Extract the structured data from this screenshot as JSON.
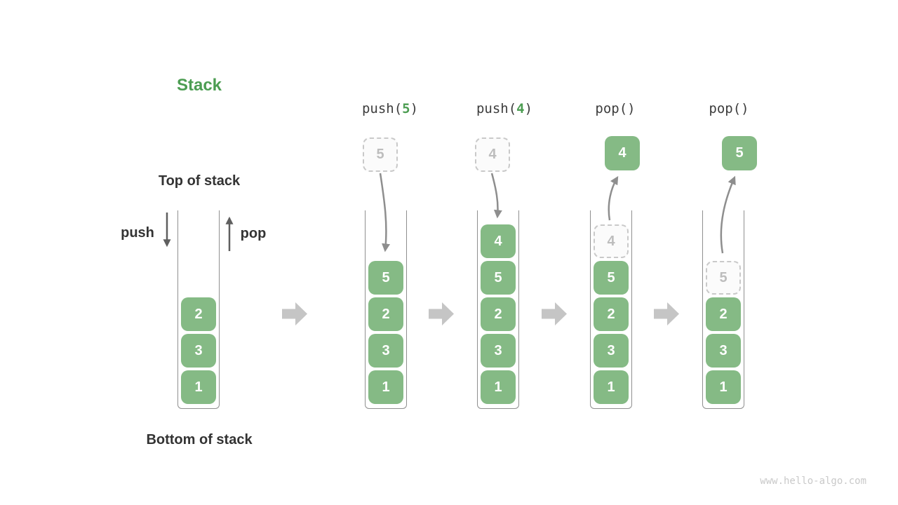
{
  "title": "Stack",
  "labels": {
    "top_of_stack": "Top of stack",
    "bottom_of_stack": "Bottom of stack",
    "push_arrow": "push",
    "pop_arrow": "pop"
  },
  "watermark": "www.hello-algo.com",
  "colors": {
    "accent_green": "#4c9d52",
    "box_green": "#85ba85",
    "ghost_border_gray": "#c9c9c9",
    "curved_arrow_gray": "#8e8e8e",
    "block_arrow_gray": "#c5c5c5",
    "text_dark": "#333333"
  },
  "operations": [
    {
      "label_pre": "push(",
      "label_arg": "5",
      "label_post": ")",
      "floating_value": "5",
      "floating_style": "ghost"
    },
    {
      "label_pre": "push(",
      "label_arg": "4",
      "label_post": ")",
      "floating_value": "4",
      "floating_style": "ghost"
    },
    {
      "label_pre": "pop()",
      "label_arg": "",
      "label_post": "",
      "floating_value": "4",
      "floating_style": "solid"
    },
    {
      "label_pre": "pop()",
      "label_arg": "",
      "label_post": "",
      "floating_value": "5",
      "floating_style": "solid"
    }
  ],
  "stacks": [
    {
      "name": "initial",
      "items": [
        {
          "value": "2"
        },
        {
          "value": "3"
        },
        {
          "value": "1"
        }
      ]
    },
    {
      "name": "after-push-5",
      "items": [
        {
          "value": "5"
        },
        {
          "value": "2"
        },
        {
          "value": "3"
        },
        {
          "value": "1"
        }
      ]
    },
    {
      "name": "after-push-4",
      "items": [
        {
          "value": "4"
        },
        {
          "value": "5"
        },
        {
          "value": "2"
        },
        {
          "value": "3"
        },
        {
          "value": "1"
        }
      ]
    },
    {
      "name": "after-pop-4",
      "items": [
        {
          "value": "4",
          "ghost": true
        },
        {
          "value": "5"
        },
        {
          "value": "2"
        },
        {
          "value": "3"
        },
        {
          "value": "1"
        }
      ]
    },
    {
      "name": "after-pop-5",
      "items": [
        {
          "value": "5",
          "ghost": true
        },
        {
          "value": "2"
        },
        {
          "value": "3"
        },
        {
          "value": "1"
        }
      ]
    }
  ]
}
